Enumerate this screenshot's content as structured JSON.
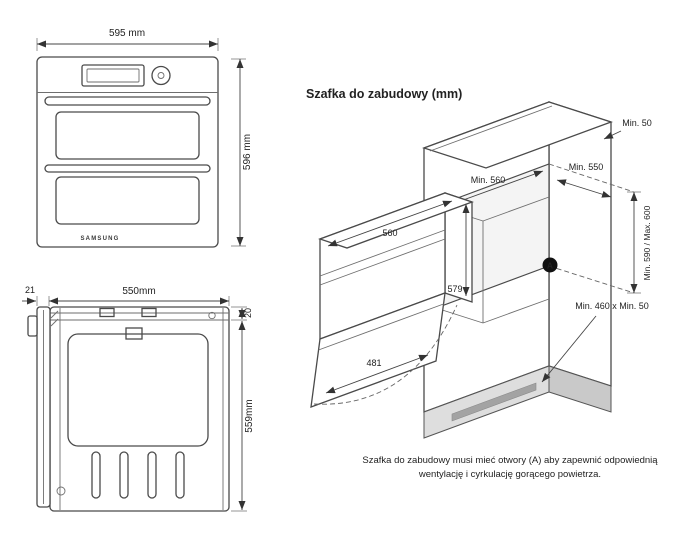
{
  "title": "Szafka do zabudowy (mm)",
  "front_view": {
    "width": "595 mm",
    "height": "596 mm",
    "brand": "SAMSUNG"
  },
  "side_view": {
    "door_offset": "21",
    "depth": "550mm",
    "top_offset": "20",
    "height": "559mm"
  },
  "cabinet": {
    "top_clearance": "Min. 50",
    "niche_width": "Min. 560",
    "niche_depth": "Min. 550",
    "niche_height": "Min. 590 / Max. 600",
    "vent": "Min. 460 x Min. 50",
    "marker": "A"
  },
  "oven": {
    "width": "560",
    "height": "579",
    "door_depth": "481"
  },
  "footnote": {
    "line1": "Szafka do zabudowy musi mieć otwory (A) aby zapewnić odpowiednią",
    "line2": "wentylację i cyrkulację gorącego powietrza."
  }
}
